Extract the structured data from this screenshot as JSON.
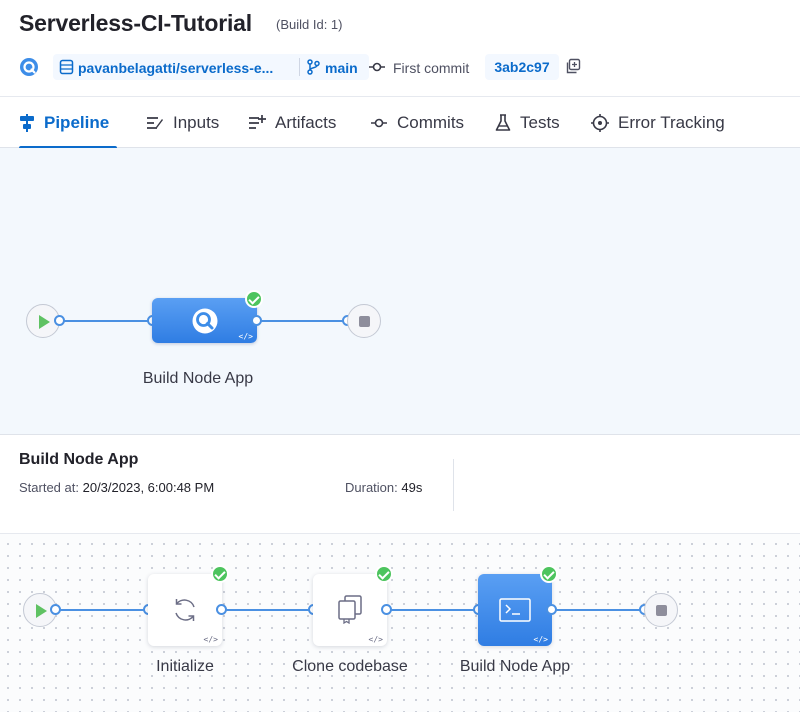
{
  "header": {
    "title": "Serverless-CI-Tutorial",
    "build_id": "(Build Id: 1)",
    "repo": "pavanbelagatti/serverless-e...",
    "branch": "main",
    "commit_message": "First commit",
    "commit_sha": "3ab2c97"
  },
  "tabs": [
    {
      "label": "Pipeline",
      "icon": "pipeline-icon",
      "active": true
    },
    {
      "label": "Inputs",
      "icon": "inputs-icon"
    },
    {
      "label": "Artifacts",
      "icon": "artifacts-icon"
    },
    {
      "label": "Commits",
      "icon": "commit-icon"
    },
    {
      "label": "Tests",
      "icon": "flask-icon"
    },
    {
      "label": "Error Tracking",
      "icon": "target-icon"
    }
  ],
  "pipeline": {
    "stage": {
      "label": "Build Node App",
      "status": "success",
      "icon": "ci-stage-icon"
    }
  },
  "stage_details": {
    "title": "Build Node App",
    "started_label": "Started at:",
    "started_value": "20/3/2023, 6:00:48 PM",
    "duration_label": "Duration:",
    "duration_value": "49s"
  },
  "steps": [
    {
      "label": "Initialize",
      "status": "success",
      "icon": "sync-icon"
    },
    {
      "label": "Clone codebase",
      "status": "success",
      "icon": "clone-icon"
    },
    {
      "label": "Build Node App",
      "status": "success",
      "icon": "terminal-icon",
      "active": true
    }
  ],
  "colors": {
    "accent": "#0b6bcb",
    "success": "#4dc45e",
    "connector": "#4a90e2"
  }
}
